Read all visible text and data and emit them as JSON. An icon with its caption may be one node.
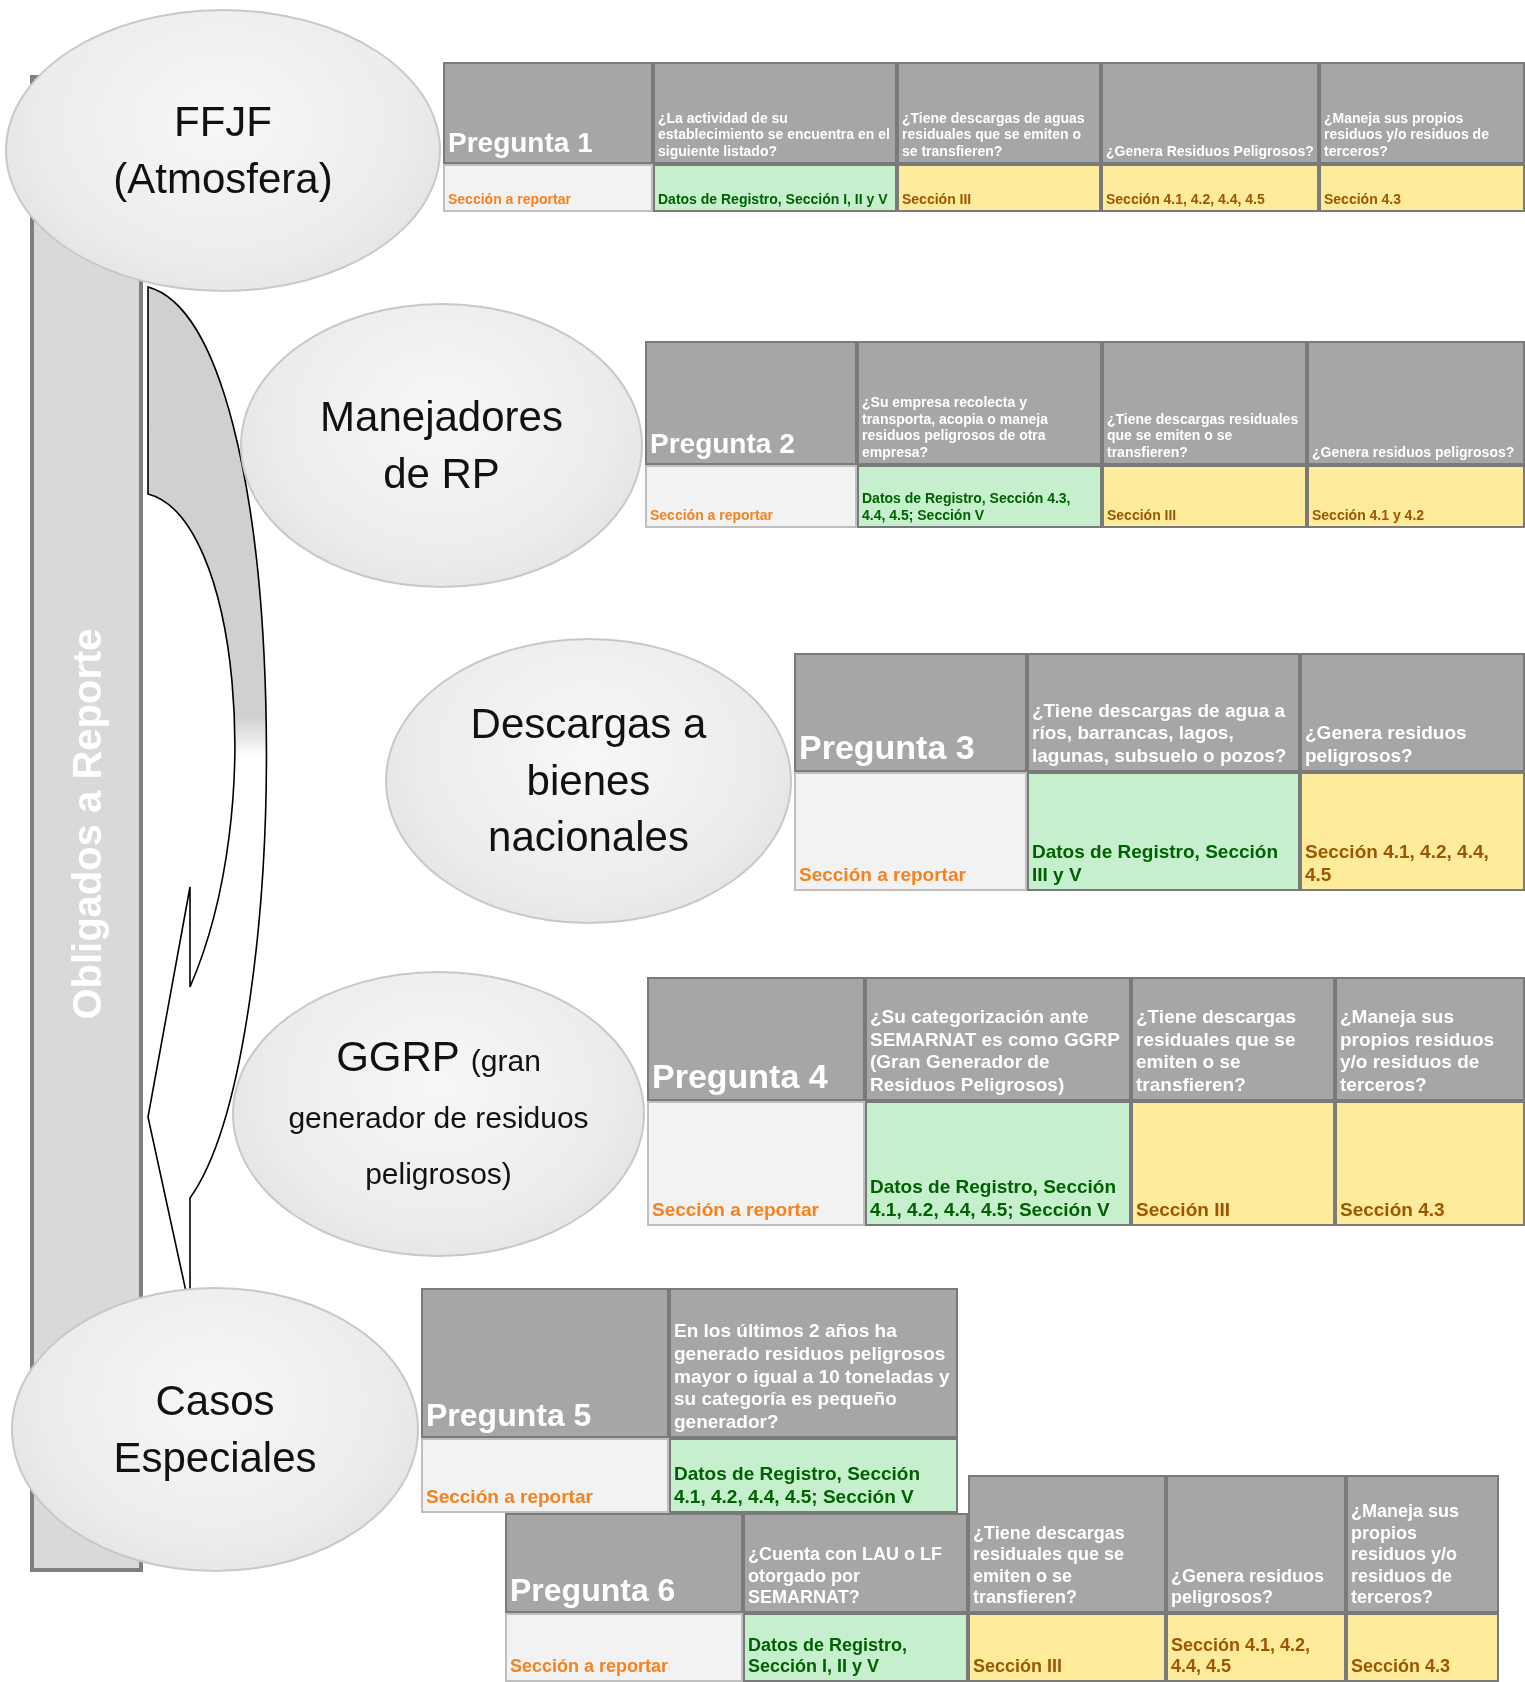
{
  "diagram": {
    "nodes": [
      {
        "text": [
          "Obligados a Reporte"
        ]
      },
      {
        "text": [
          "FFJF (Atmosfera)"
        ]
      },
      {
        "text": [
          "Manejadores de RP"
        ]
      },
      {
        "text": [
          "Descargas a bienes nacionales"
        ]
      },
      {
        "text": [
          "GGRP",
          "(gran generador de residuos peligrosos)"
        ]
      },
      {
        "text": [
          "Casos Especiales"
        ]
      }
    ],
    "edges": [
      {
        "from": 1,
        "to": 5,
        "arrow": "to"
      }
    ],
    "labels": [
      "Pregunta 1",
      "¿La actividad de su establecimiento se encuentra en el siguiente listado?",
      "¿Tiene descargas de aguas residuales que se emiten o se transfieren?",
      "¿Genera Residuos Peligrosos?",
      "¿Maneja sus propios residuos y/o residuos de terceros?",
      "Sección a reportar",
      "Datos de Registro, Sección I, II y V",
      "Sección III",
      "Sección 4.1, 4.2, 4.4, 4.5",
      "Sección 4.3",
      "Pregunta 2",
      "¿Su empresa recolecta y transporta, acopia o maneja residuos peligrosos de otra empresa?",
      "¿Tiene descargas residuales que se emiten o se transfieren?",
      "¿Genera residuos peligrosos?",
      "Sección a reportar",
      "Datos de Registro, Sección 4.3, 4.4, 4.5; Sección V",
      "Sección III",
      "Sección 4.1 y 4.2",
      "Pregunta 3",
      "¿Tiene descargas de agua a ríos, barrancas, lagos, lagunas, subsuelo o pozos?",
      "¿Genera residuos peligrosos?",
      "Sección a reportar",
      "Datos de Registro, Sección III y V",
      "Sección 4.1, 4.2, 4.4, 4.5",
      "Pregunta 4",
      "¿Su categorización ante SEMARNAT es como GGRP (Gran Generador de Residuos Peligrosos)",
      "¿Tiene descargas residuales que se emiten o se transfieren?",
      "¿Maneja sus propios residuos y/o residuos de terceros?",
      "Sección a reportar",
      "Datos de Registro, Sección 4.1, 4.2, 4.4, 4.5; Sección V",
      "Sección III",
      "Sección 4.3",
      "Pregunta 5",
      "En los últimos 2 años ha generado residuos peligrosos mayor o igual a 10 toneladas y su categoría es pequeño generador?",
      "Sección a reportar",
      "Datos de Registro, Sección 4.1, 4.2, 4.4, 4.5; Sección V",
      "Pregunta 6",
      "¿Cuenta con LAU o LF otorgado por SEMARNAT?",
      "¿Tiene descargas residuales que se emiten o se transfieren?",
      "¿Genera residuos peligrosos?",
      "¿Maneja sus propios residuos y/o residuos de terceros?",
      "Sección a reportar",
      "Datos de Registro, Sección I, II y V",
      "Sección III",
      "Sección 4.1, 4.2, 4.4, 4.5",
      "Sección 4.3"
    ]
  }
}
